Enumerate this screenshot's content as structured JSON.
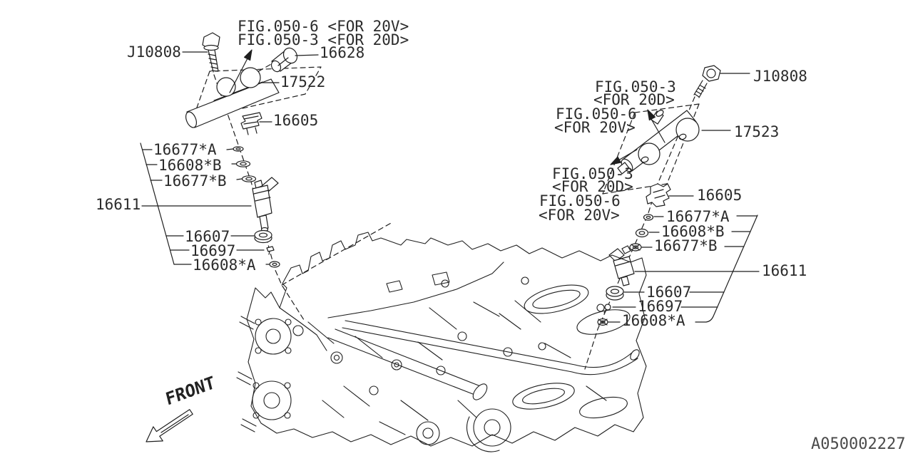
{
  "diagram": {
    "drawing_number": "A050002227",
    "front_label": "FRONT"
  },
  "left_assembly": {
    "fig_note_line1": "FIG.050-6 <FOR 20V>",
    "fig_note_line2": "FIG.050-3 <FOR 20D>",
    "bolt": "J10808",
    "regulator": "16628",
    "fuel_rail": "17522",
    "clamp": "16605",
    "seal_a": "16677*A",
    "insulator_b": "16608*B",
    "seal_b": "16677*B",
    "injector": "16611",
    "holder": "16607",
    "clip": "16697",
    "insulator_a": "16608*A"
  },
  "right_assembly": {
    "bolt": "J10808",
    "fig_note_1a": "FIG.050-3",
    "fig_note_1b": "<FOR 20D>",
    "fig_note_2a": "FIG.050-6",
    "fig_note_2b": "<FOR 20V>",
    "fuel_rail": "17523",
    "fig_note_3a": "FIG.050-3",
    "fig_note_3b": "<FOR 20D>",
    "fig_note_4a": "FIG.050-6",
    "fig_note_4b": "<FOR 20V>",
    "clamp": "16605",
    "seal_a": "16677*A",
    "insulator_b": "16608*B",
    "seal_b": "16677*B",
    "injector": "16611",
    "holder": "16607",
    "clip": "16697",
    "insulator_a": "16608*A"
  }
}
